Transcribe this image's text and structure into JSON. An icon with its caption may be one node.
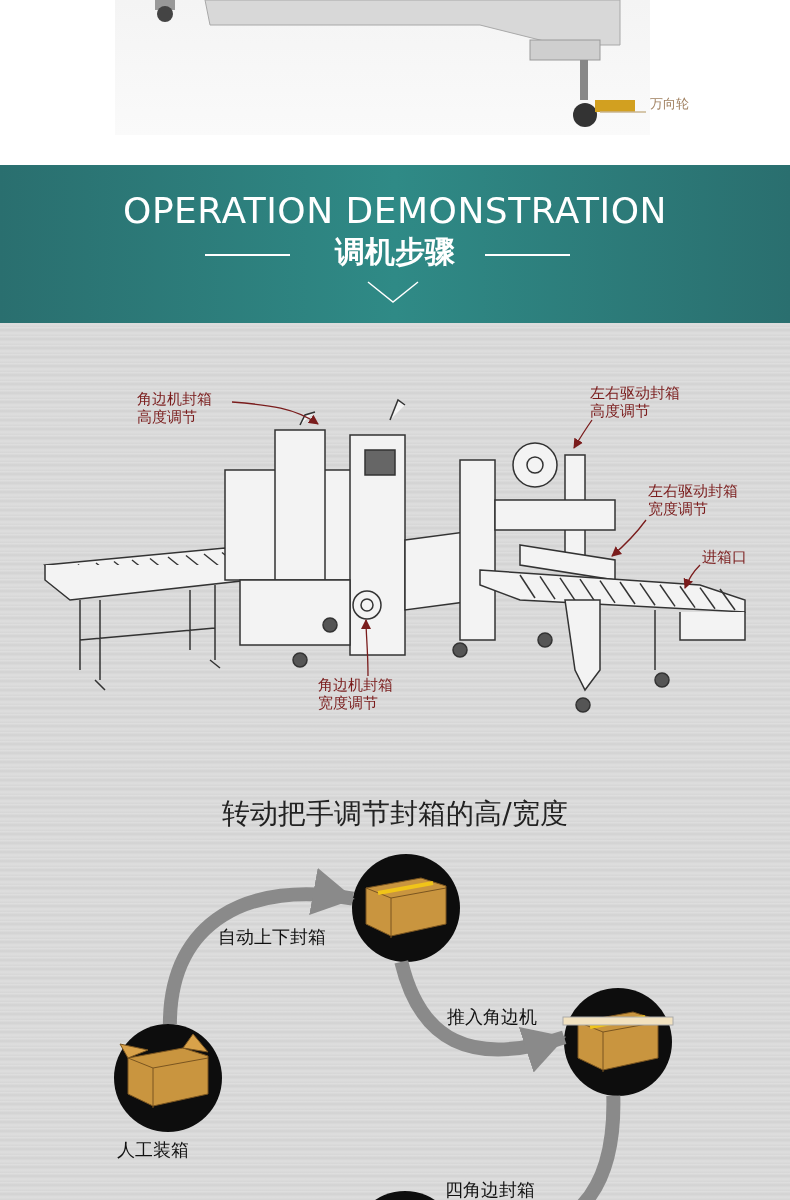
{
  "diagram": {
    "nodes": [
      {
        "text": [
          "万向轮"
        ]
      },
      {
        "text": [
          "角边机封箱高度调节"
        ]
      },
      {
        "text": [
          "左右驱动封箱高度调节"
        ]
      },
      {
        "text": [
          "左右驱动封箱宽度调节"
        ]
      },
      {
        "text": [
          "进箱口"
        ]
      },
      {
        "text": [
          "角边机封箱宽度调节"
        ]
      },
      {
        "text": [
          "自动上下封箱"
        ]
      },
      {
        "text": [
          "推入角边机"
        ]
      },
      {
        "text": [
          "人工装箱"
        ]
      },
      {
        "text": [
          "四角边封箱"
        ]
      }
    ],
    "edges": [
      {
        "from": 0,
        "to": null,
        "arrow": "none",
        "color": "#c9b48f"
      },
      {
        "from": 1,
        "to": null,
        "arrow": "to"
      },
      {
        "from": 2,
        "to": null,
        "arrow": "to"
      },
      {
        "from": 3,
        "to": null,
        "arrow": "to"
      },
      {
        "from": 4,
        "to": null,
        "arrow": "to"
      },
      {
        "from": 5,
        "to": null,
        "arrow": "to"
      },
      {
        "from": 8,
        "to": 6,
        "arrow": "to",
        "style": "thick",
        "color": "#8a8a8a"
      },
      {
        "from": 6,
        "to": 7,
        "arrow": "to",
        "style": "thick",
        "color": "#8a8a8a"
      },
      {
        "from": 7,
        "to": 9,
        "arrow": "none",
        "style": "thick",
        "color": "#8a8a8a"
      }
    ],
    "labels": [
      "OPERATION DEMONSTRATION",
      "调机步骤",
      "转动把手调节封箱的高/宽度"
    ]
  }
}
